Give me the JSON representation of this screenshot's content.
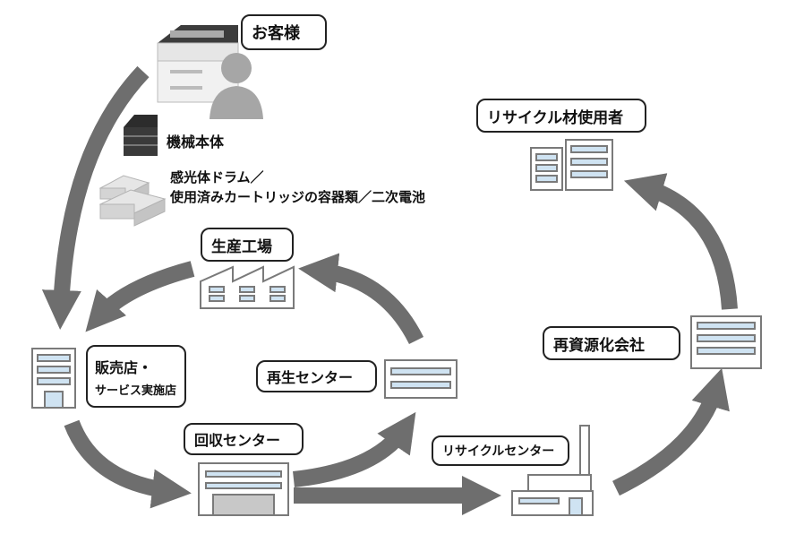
{
  "nodes": {
    "customer": "お客様",
    "machine_body": "機械本体",
    "consumables_line1": "感光体ドラム／",
    "consumables_line2": "使用済みカートリッジの容器類／二次電池",
    "recycled_material_user": "リサイクル材使用者",
    "production_factory": "生産工場",
    "dealer_line1": "販売店・",
    "dealer_line2": "サービス実施店",
    "regeneration_center": "再生センター",
    "reclamation_company": "再資源化会社",
    "collection_center": "回収センター",
    "recycling_center": "リサイクルセンター"
  },
  "colors": {
    "arrow": "#6e6e6e",
    "building_stroke": "#7a7a7a",
    "window_fill": "#cfe3f2",
    "label_border": "#222222"
  }
}
